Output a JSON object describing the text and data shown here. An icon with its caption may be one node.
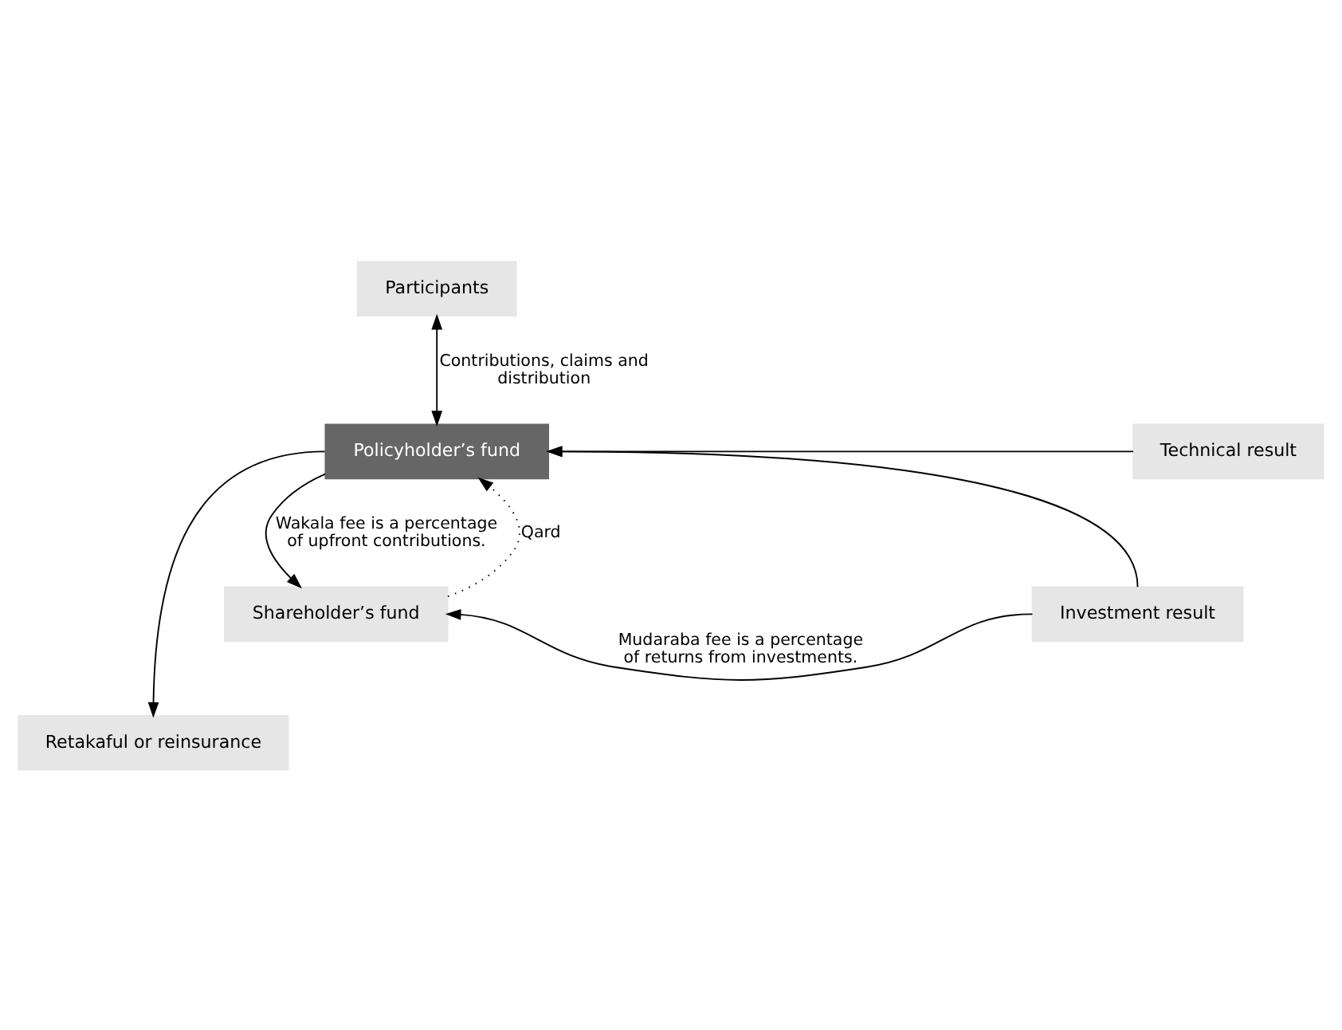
{
  "diagram": {
    "nodes": [
      {
        "text": [
          "Participants"
        ]
      },
      {
        "text": [
          "Policyholder’s fund"
        ]
      },
      {
        "text": [
          "Technical result"
        ]
      },
      {
        "text": [
          "Shareholder’s fund"
        ]
      },
      {
        "text": [
          "Investment result"
        ]
      },
      {
        "text": [
          "Retakaful or reinsurance"
        ]
      }
    ],
    "edges": [
      {
        "from": 0,
        "to": 1,
        "arrow": "both",
        "label": "Contributions, claims and distribution"
      },
      {
        "from": 2,
        "to": 1,
        "arrow": "to"
      },
      {
        "from": 4,
        "to": 1,
        "arrow": "to"
      },
      {
        "from": 1,
        "to": 3,
        "arrow": "to",
        "label": "Wakala fee is a percentage of upfront contributions."
      },
      {
        "from": 3,
        "to": 1,
        "arrow": "to",
        "style": "dashed",
        "label": "Qard"
      },
      {
        "from": 4,
        "to": 3,
        "arrow": "to",
        "label": "Mudaraba fee is a percentage of returns from investments."
      },
      {
        "from": 1,
        "to": 5,
        "arrow": "to"
      }
    ]
  }
}
